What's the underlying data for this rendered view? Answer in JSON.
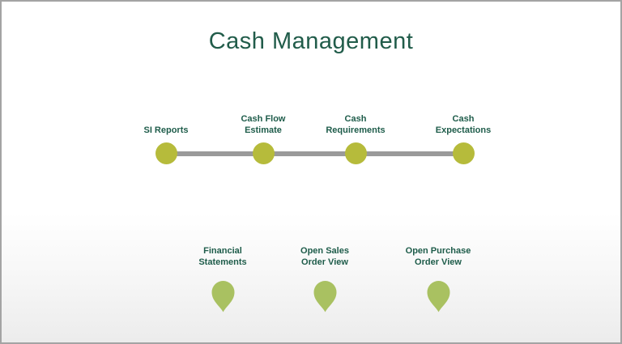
{
  "slide": {
    "title": "Cash Management",
    "colors": {
      "title_green": "#215c4a",
      "label_green": "#1e5c4a",
      "node_olive": "#b6bb3b",
      "pin_green": "#a9c161",
      "connector_gray": "#9a9a9a"
    }
  },
  "timeline": {
    "nodes": [
      {
        "label": "SI Reports"
      },
      {
        "label": "Cash Flow\nEstimate"
      },
      {
        "label": "Cash\nRequirements"
      },
      {
        "label": "Cash\nExpectations"
      }
    ]
  },
  "shortcuts": {
    "items": [
      {
        "label": "Financial\nStatements"
      },
      {
        "label": "Open Sales\nOrder View"
      },
      {
        "label": "Open Purchase\nOrder View"
      }
    ]
  }
}
